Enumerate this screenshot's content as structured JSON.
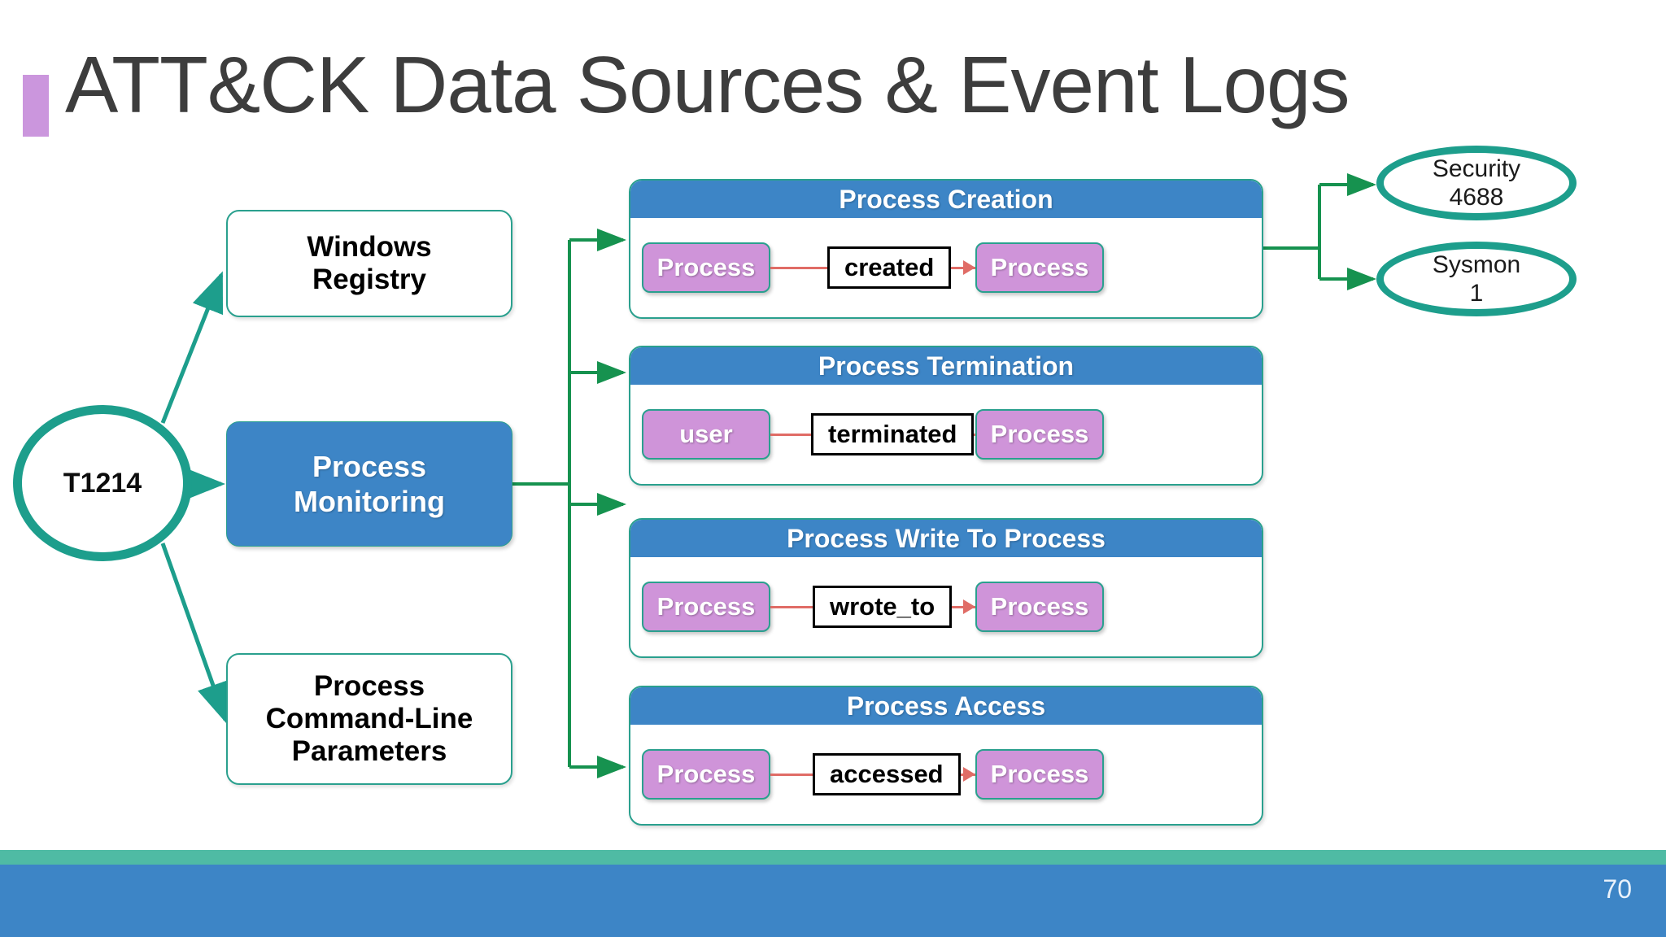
{
  "slide": {
    "title": "ATT&CK Data Sources & Event Logs",
    "page_number": "70",
    "accent_color": "#cb96dd",
    "teal_color": "#1d9e8c",
    "blue_color": "#3d85c6",
    "pink_color": "#cf94d9",
    "relation_color": "#e06c66",
    "footer_accent_color": "#4fbba4"
  },
  "technique": {
    "id": "T1214"
  },
  "data_sources": [
    {
      "label": "Windows\nRegistry",
      "style": "outline"
    },
    {
      "label": "Process\nMonitoring",
      "style": "filled"
    },
    {
      "label": "Process\nCommand-Line\nParameters",
      "style": "outline"
    }
  ],
  "events": [
    {
      "title": "Process Creation",
      "source_entity": "Process",
      "relation": "created",
      "target_entity": "Process"
    },
    {
      "title": "Process Termination",
      "source_entity": "user",
      "relation": "terminated",
      "target_entity": "Process"
    },
    {
      "title": "Process Write To Process",
      "source_entity": "Process",
      "relation": "wrote_to",
      "target_entity": "Process"
    },
    {
      "title": "Process Access",
      "source_entity": "Process",
      "relation": "accessed",
      "target_entity": "Process"
    }
  ],
  "event_logs": [
    {
      "channel": "Security",
      "event_id": "4688"
    },
    {
      "channel": "Sysmon",
      "event_id": "1"
    }
  ]
}
